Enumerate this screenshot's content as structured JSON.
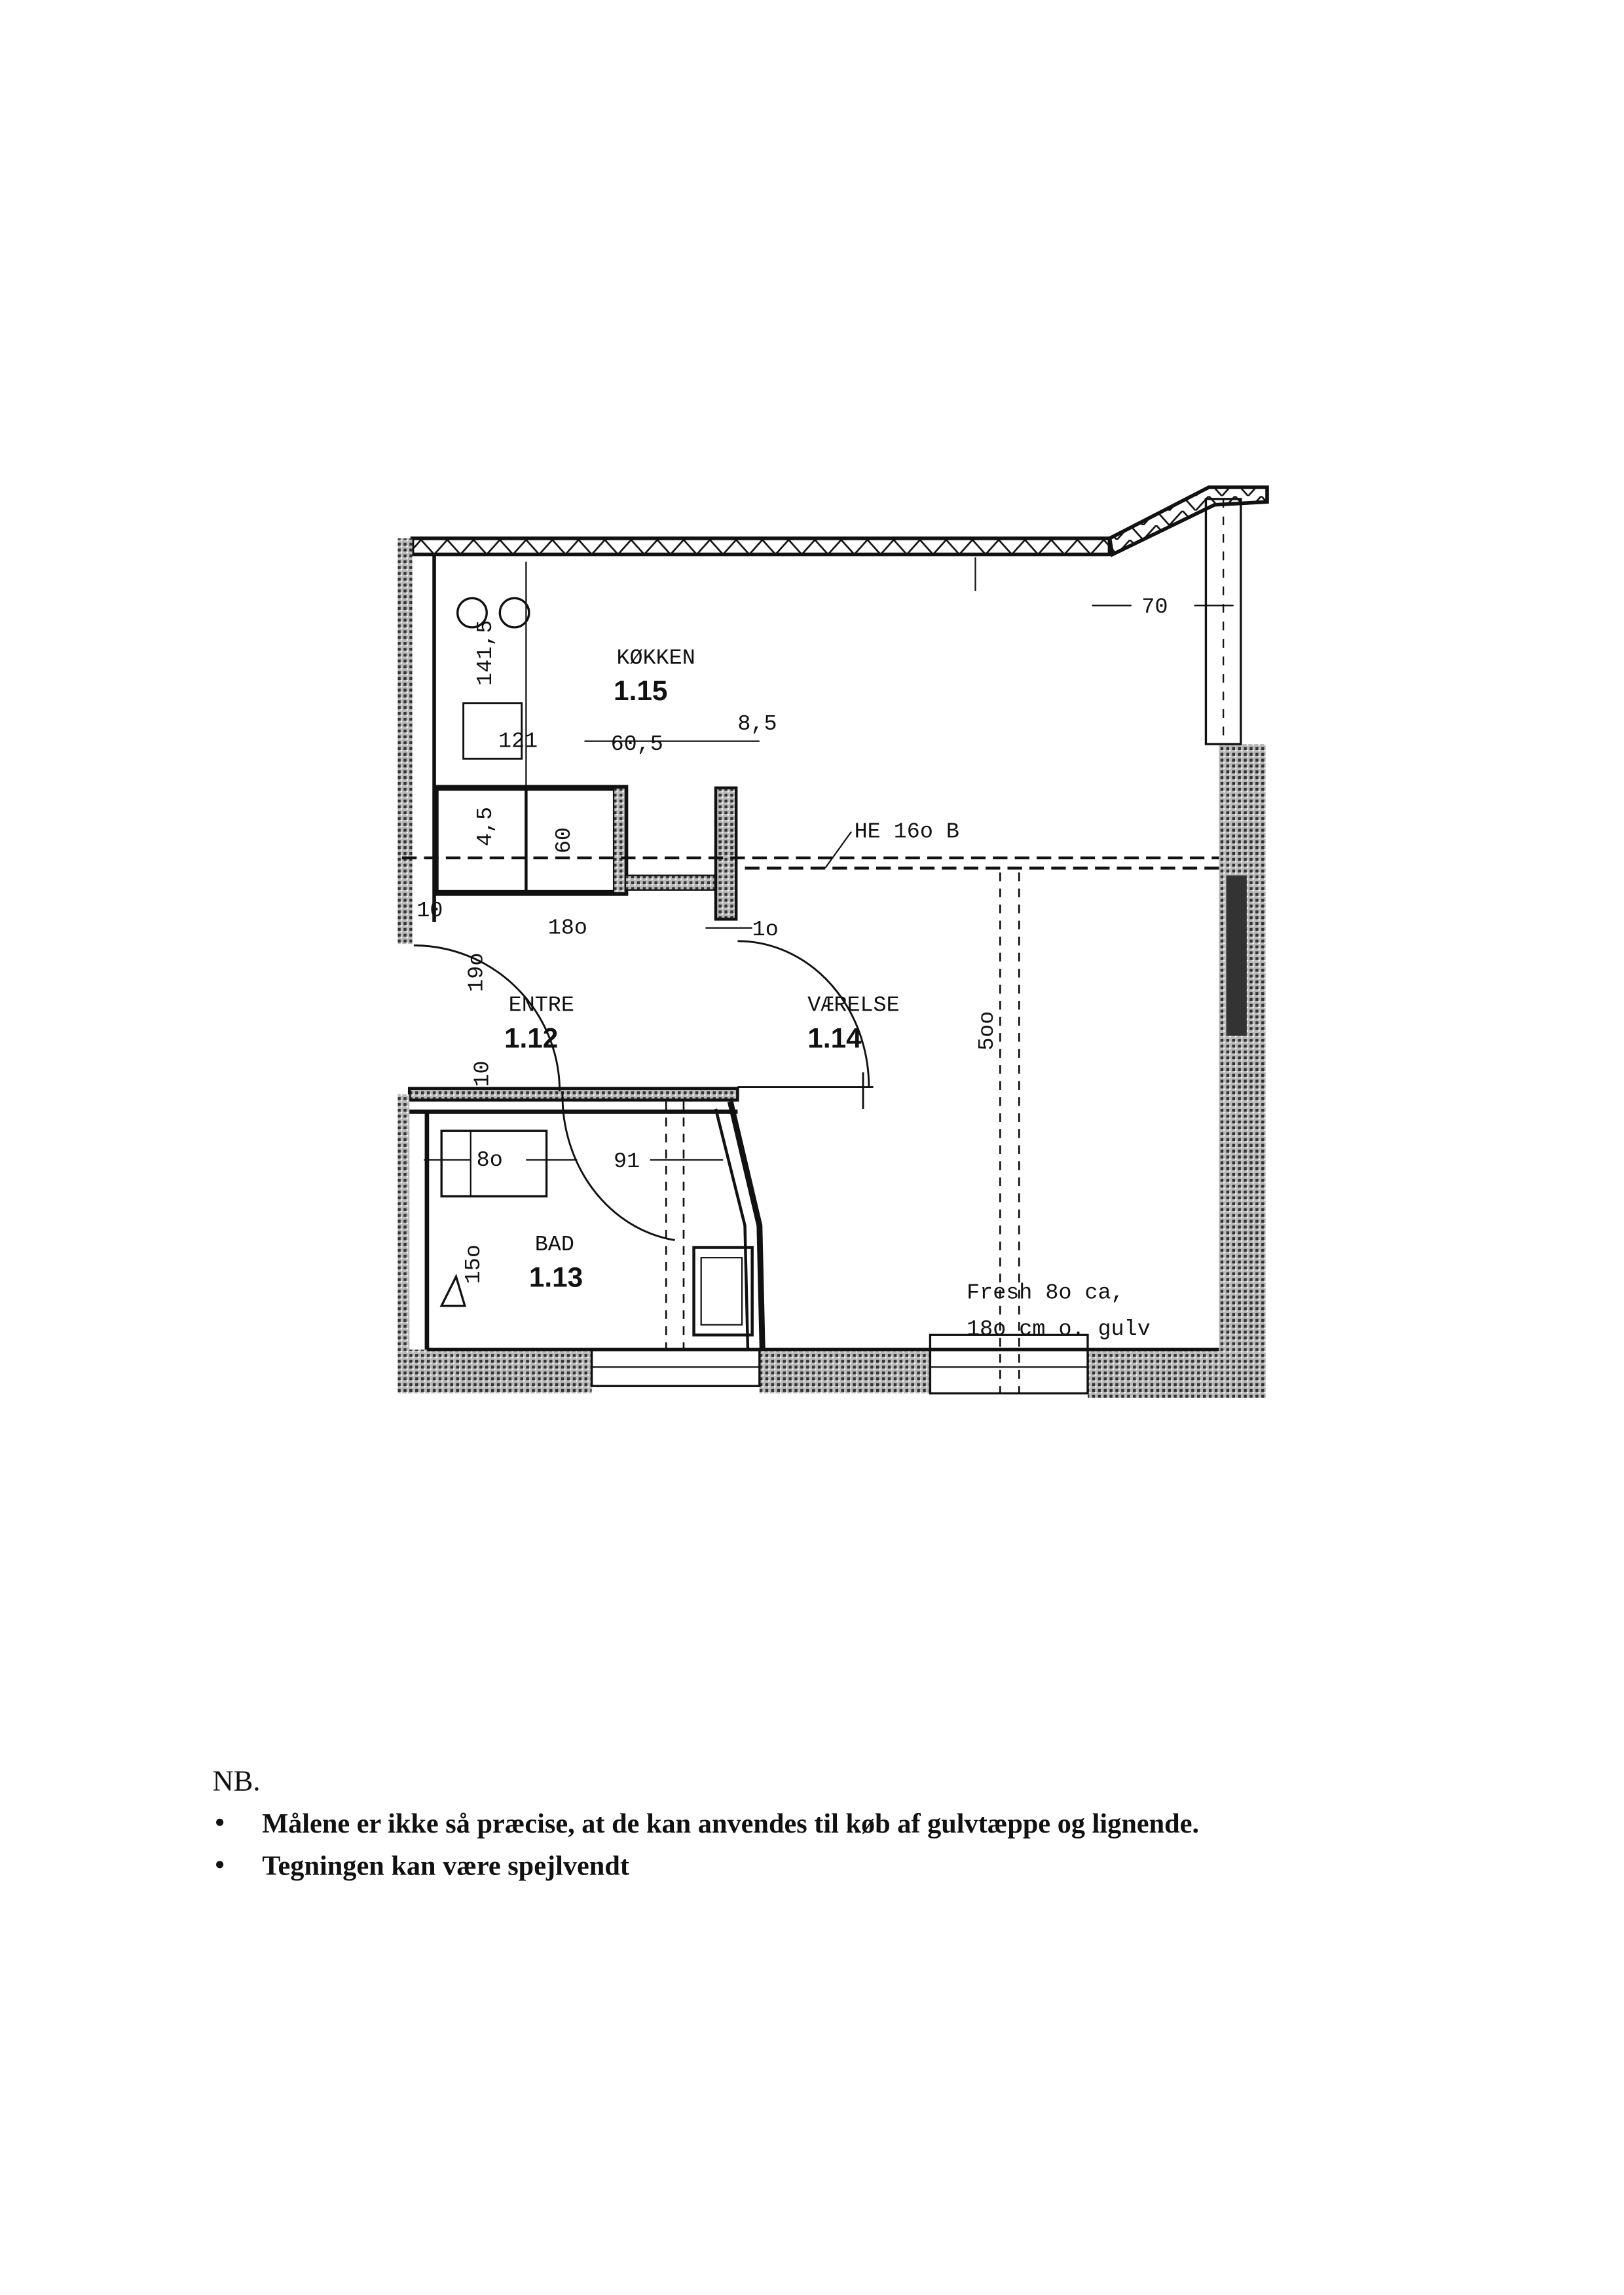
{
  "plan": {
    "rooms": [
      {
        "name": "KØKKEN",
        "number": "1.15"
      },
      {
        "name": "ENTRE",
        "number": "1.12"
      },
      {
        "name": "VÆRELSE",
        "number": "1.14"
      },
      {
        "name": "BAD",
        "number": "1.13"
      }
    ],
    "dimensions": {
      "kitchen_height": "141,5",
      "kitchen_width": "121",
      "counter": "60,5",
      "offset": "8,5",
      "window": "70",
      "beam": "HE 16o B",
      "cab_a": "4,5",
      "cab_b": "60",
      "wall_left": "10",
      "passage": "18o",
      "wall_right": "1o",
      "entre_height": "19o",
      "room_length": "5oo",
      "entre_wall": "10",
      "bath_sink": "8o",
      "bath_door": "91",
      "bath_height": "15o"
    },
    "notes": [
      "Fresh 8o ca,",
      "18o cm o. gulv"
    ]
  },
  "footer": {
    "heading": "NB.",
    "bullets": [
      "Målene er ikke så præcise, at de kan anvendes til køb af gulvtæppe og lignende.",
      "Tegningen kan være spejlvendt"
    ]
  }
}
